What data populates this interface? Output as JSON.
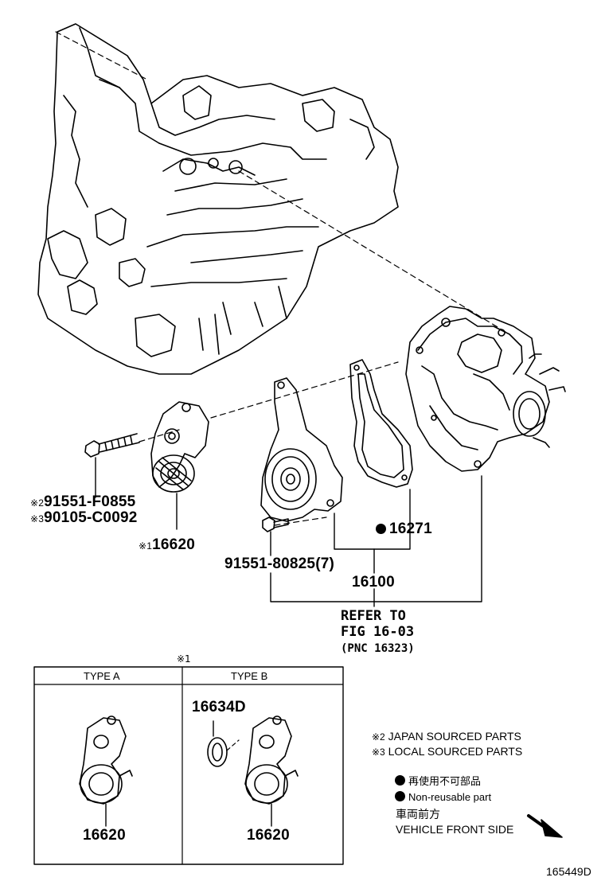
{
  "parts": {
    "bolt_callout_line1_mark": "※2",
    "bolt_callout_line1": "91551-F0855",
    "bolt_callout_line2_mark": "※3",
    "bolt_callout_line2": "90105-C0092",
    "tensioner_mark": "※1",
    "tensioner": "16620",
    "pump_bolt": "91551-80825(7)",
    "gasket": "16271",
    "water_pump": "16100",
    "refer_line1": "REFER TO",
    "refer_line2": "FIG 16-03",
    "refer_line3": "(PNC 16323)"
  },
  "type_box": {
    "mark": "※1",
    "type_a_label": "TYPE A",
    "type_b_label": "TYPE B",
    "type_a_part": "16620",
    "type_b_part": "16620",
    "type_b_extra_part": "16634D"
  },
  "legend": {
    "japan_mark": "※2",
    "japan_text": "JAPAN SOURCED PARTS",
    "local_mark": "※3",
    "local_text": "LOCAL SOURCED PARTS",
    "nonreusable_jp": "再使用不可部品",
    "nonreusable_en": "Non-reusable part",
    "front_jp": "車両前方",
    "front_en": "VEHICLE FRONT SIDE"
  },
  "figure_id": "165449D"
}
